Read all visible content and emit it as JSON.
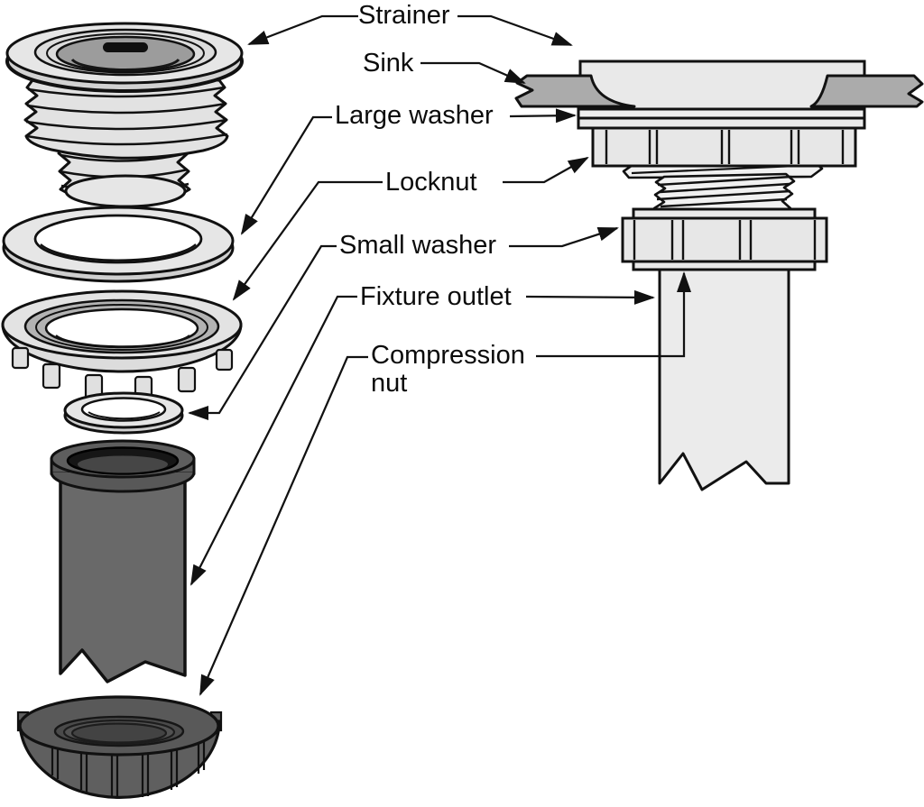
{
  "figure": {
    "background": "#ffffff",
    "labels": {
      "strainer": "Strainer",
      "sink": "Sink",
      "large_washer": "Large washer",
      "locknut": "Locknut",
      "small_washer": "Small washer",
      "fixture_outlet": "Fixture outlet",
      "compression_nut_line1": "Compression",
      "compression_nut_line2": "nut"
    },
    "colors": {
      "outline": "#111111",
      "light_part": "#e6e6e6",
      "mid_part": "#d2d2d2",
      "sink_gray": "#ababab",
      "basket_gray": "#9c9c9c",
      "locknut_face_gray": "#b3b3b3",
      "dark_part": "#696969",
      "dark_rim": "#595959",
      "thread_white": "#f1f1f1",
      "background": "#ffffff"
    }
  }
}
